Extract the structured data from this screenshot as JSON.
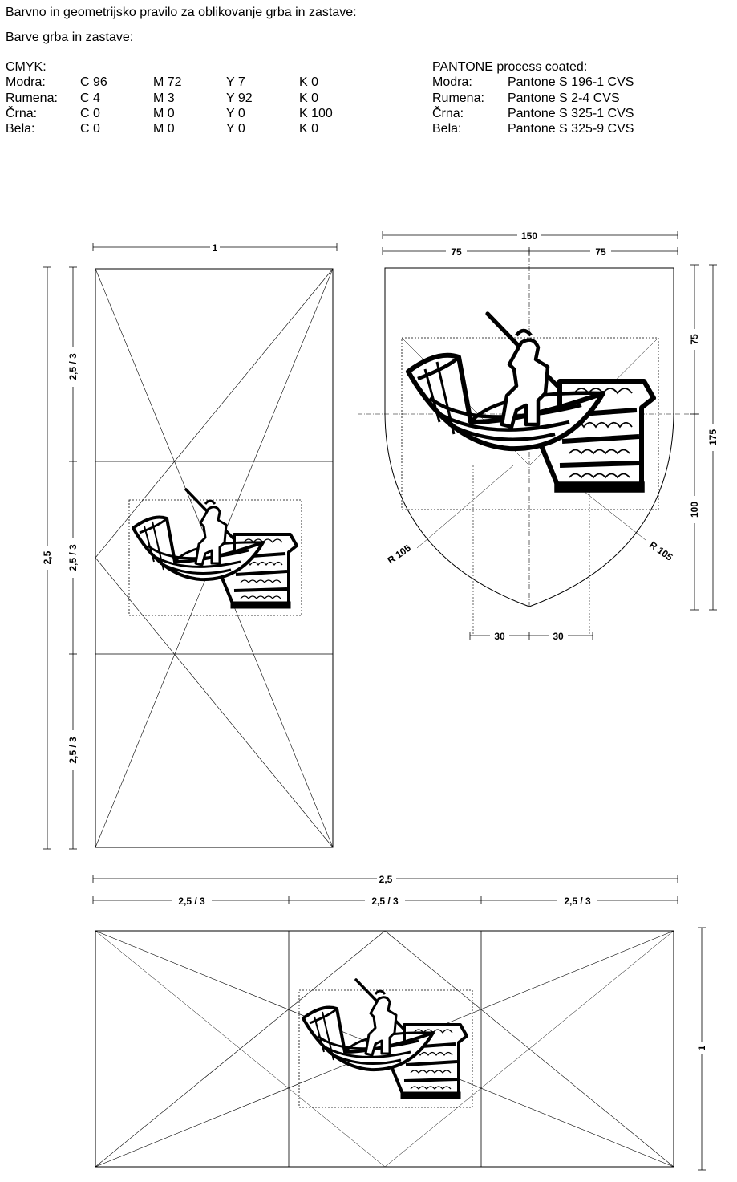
{
  "heading": "Barvno in geometrijsko pravilo za oblikovanje grba in zastave:",
  "subheading": "Barve grba in zastave:",
  "cmyk": {
    "title": "CMYK:",
    "rows": [
      {
        "name": "Modra:",
        "c": "C 96",
        "m": "M 72",
        "y": "Y 7",
        "k": "K 0"
      },
      {
        "name": "Rumena:",
        "c": "C 4",
        "m": "M 3",
        "y": "Y 92",
        "k": "K 0"
      },
      {
        "name": "Črna:",
        "c": "C 0",
        "m": "M 0",
        "y": "Y 0",
        "k": "K 100"
      },
      {
        "name": "Bela:",
        "c": "C 0",
        "m": "M 0",
        "y": "Y 0",
        "k": "K 0"
      }
    ]
  },
  "pantone": {
    "title": "PANTONE process coated:",
    "rows": [
      {
        "name": "Modra:",
        "value": "Pantone S 196-1 CVS"
      },
      {
        "name": "Rumena:",
        "value": "Pantone S 2-4 CVS"
      },
      {
        "name": "Črna:",
        "value": "Pantone S 325-1 CVS"
      },
      {
        "name": "Bela:",
        "value": "Pantone S 325-9 CVS"
      }
    ]
  },
  "dims": {
    "one": "1",
    "two_five": "2,5",
    "third": "2,5 / 3",
    "shield_width": "150",
    "half_width": "75",
    "upper_height": "75",
    "total_height": "175",
    "lower_height": "100",
    "radius": "R 105",
    "offset": "30"
  }
}
